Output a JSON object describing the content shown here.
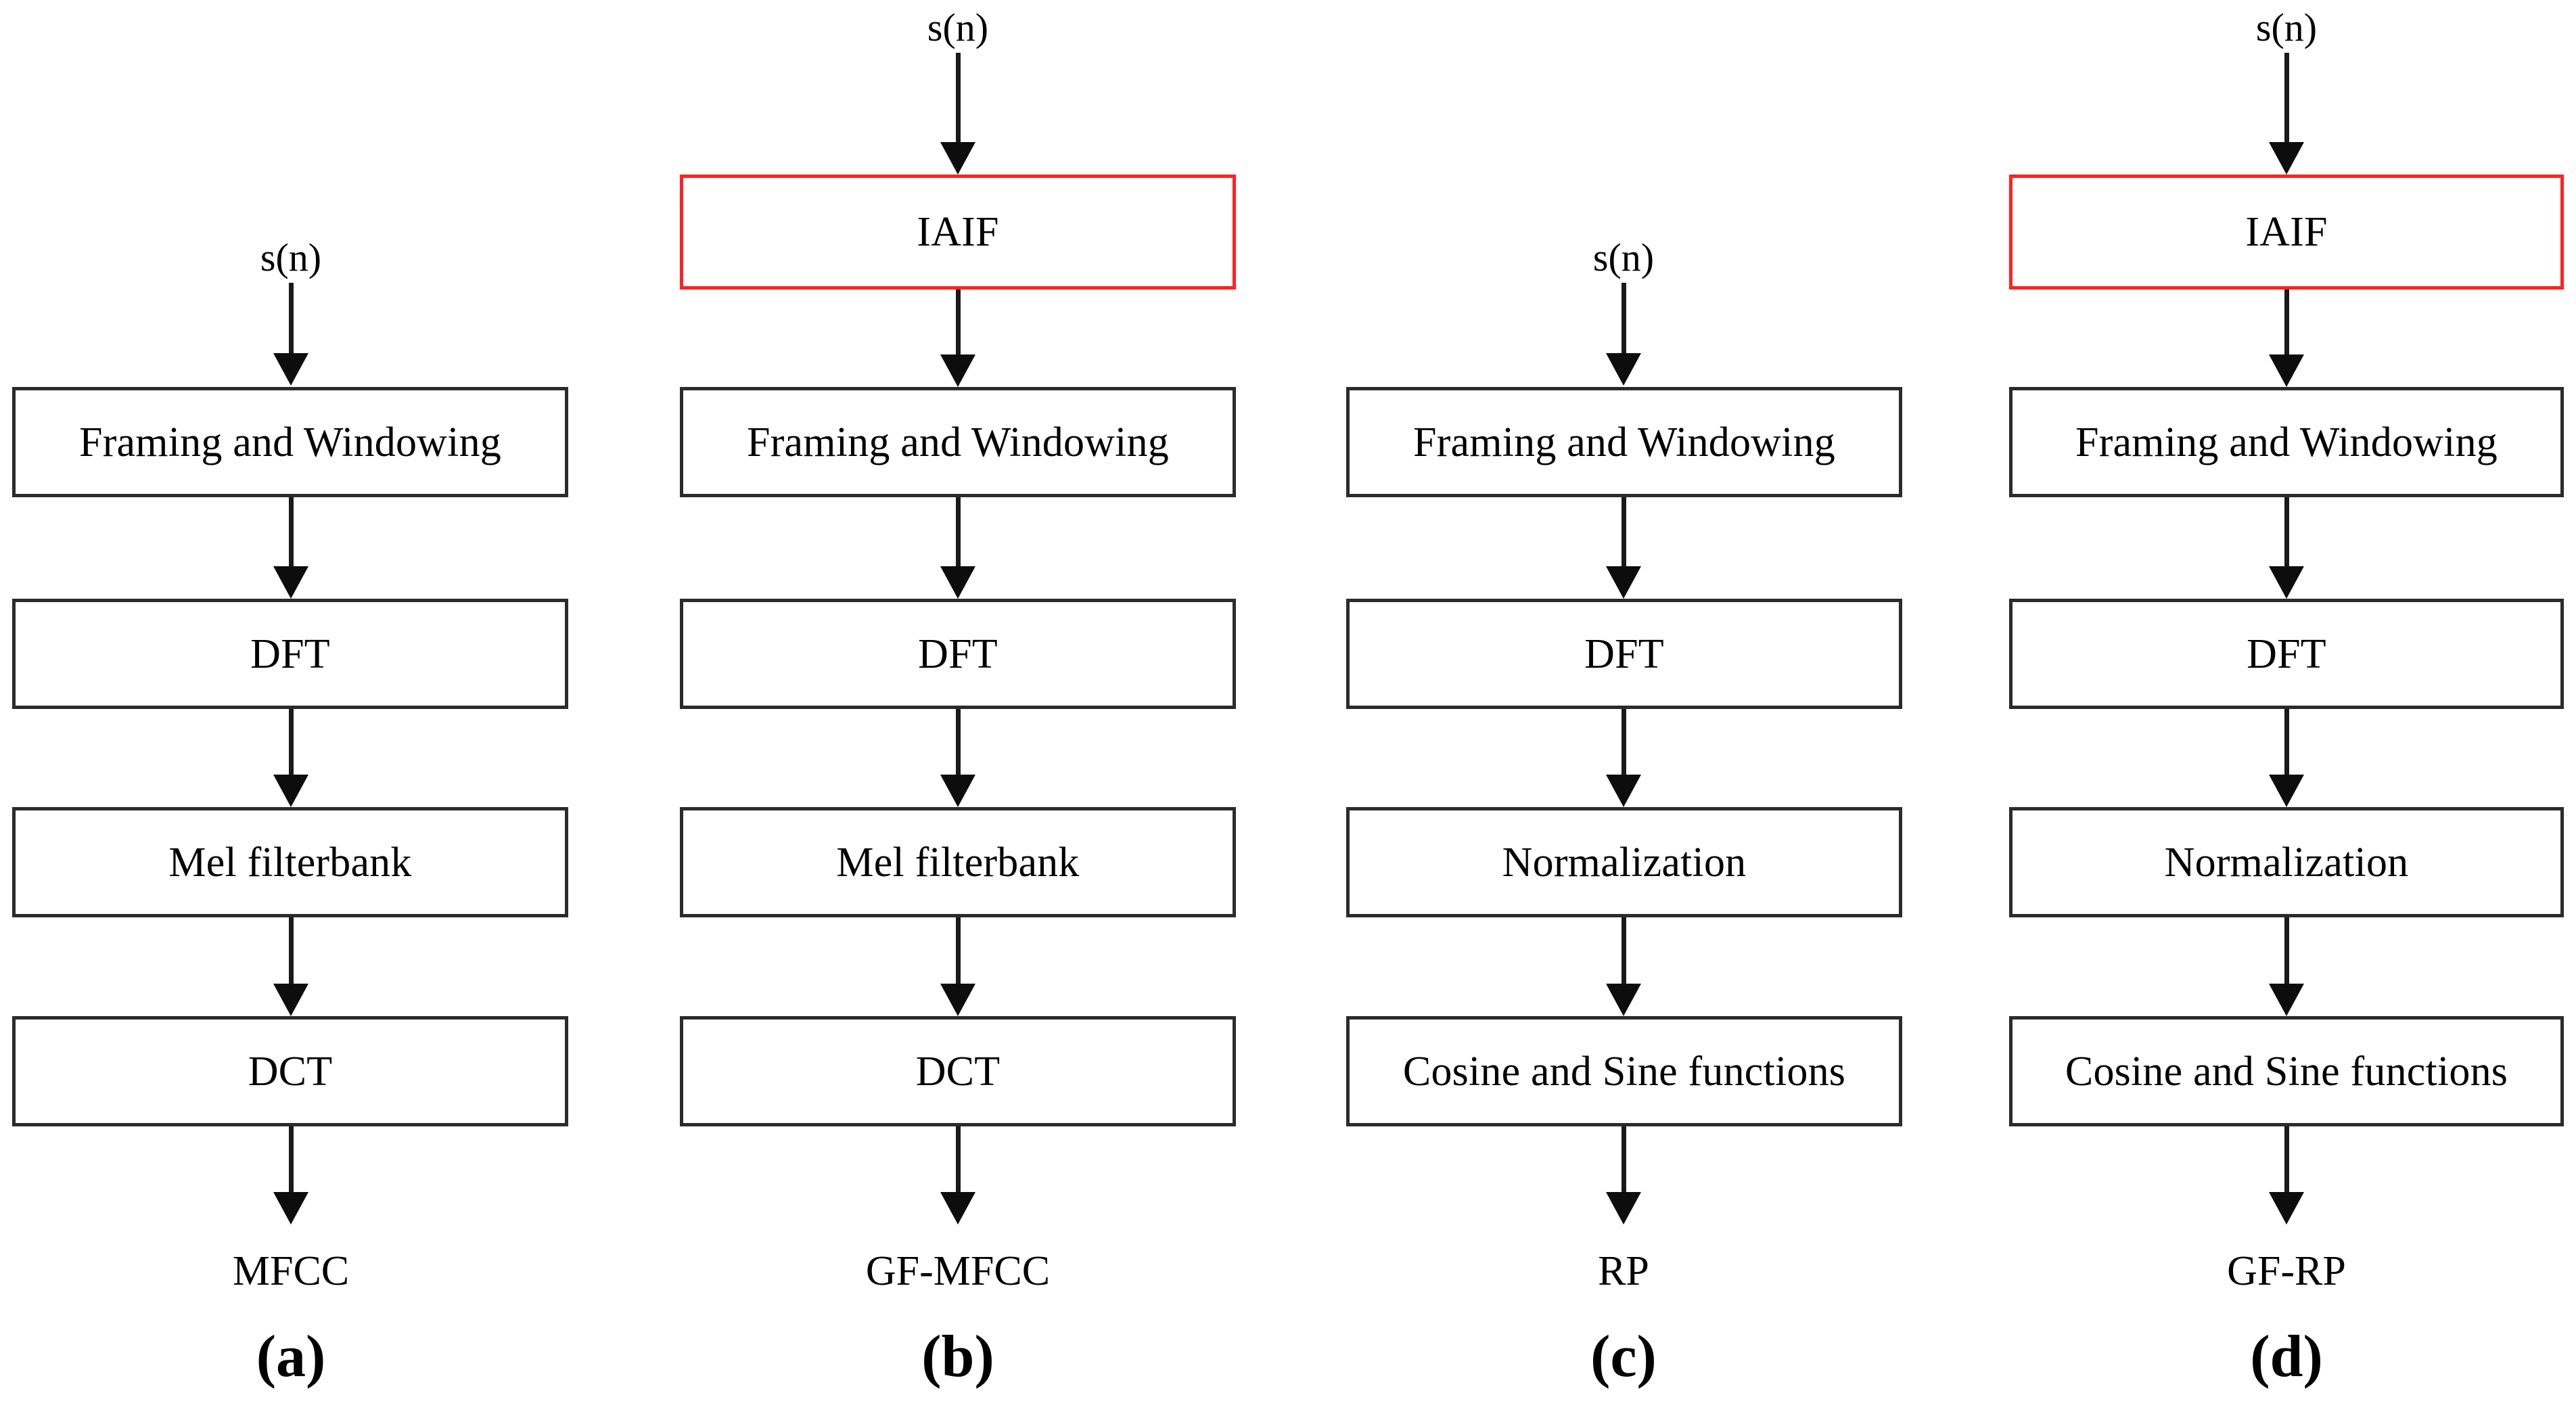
{
  "figure": {
    "background_color": "#ffffff",
    "box_border_color": "#2b2b2b",
    "accent_border_color": "#fe2222",
    "arrow_color": "#0d0d0d",
    "input_signal_label": "s(n)"
  },
  "panels": [
    {
      "id": "a",
      "caption": "(a)",
      "input_label": "s(n)",
      "output_label": "MFCC",
      "steps": [
        {
          "label": "Framing and Windowing",
          "accent": false
        },
        {
          "label": "DFT",
          "accent": false
        },
        {
          "label": "Mel filterbank",
          "accent": false
        },
        {
          "label": "DCT",
          "accent": false
        }
      ]
    },
    {
      "id": "b",
      "caption": "(b)",
      "input_label": "s(n)",
      "output_label": "GF-MFCC",
      "steps": [
        {
          "label": "IAIF",
          "accent": true
        },
        {
          "label": "Framing and Windowing",
          "accent": false
        },
        {
          "label": "DFT",
          "accent": false
        },
        {
          "label": "Mel filterbank",
          "accent": false
        },
        {
          "label": "DCT",
          "accent": false
        }
      ]
    },
    {
      "id": "c",
      "caption": "(c)",
      "input_label": "s(n)",
      "output_label": "RP",
      "steps": [
        {
          "label": "Framing and Windowing",
          "accent": false
        },
        {
          "label": "DFT",
          "accent": false
        },
        {
          "label": "Normalization",
          "accent": false
        },
        {
          "label": "Cosine and Sine functions",
          "accent": false
        }
      ]
    },
    {
      "id": "d",
      "caption": "(d)",
      "input_label": "s(n)",
      "output_label": "GF-RP",
      "steps": [
        {
          "label": "IAIF",
          "accent": true
        },
        {
          "label": "Framing and Windowing",
          "accent": false
        },
        {
          "label": "DFT",
          "accent": false
        },
        {
          "label": "Normalization",
          "accent": false
        },
        {
          "label": "Cosine and Sine functions",
          "accent": false
        }
      ]
    }
  ]
}
